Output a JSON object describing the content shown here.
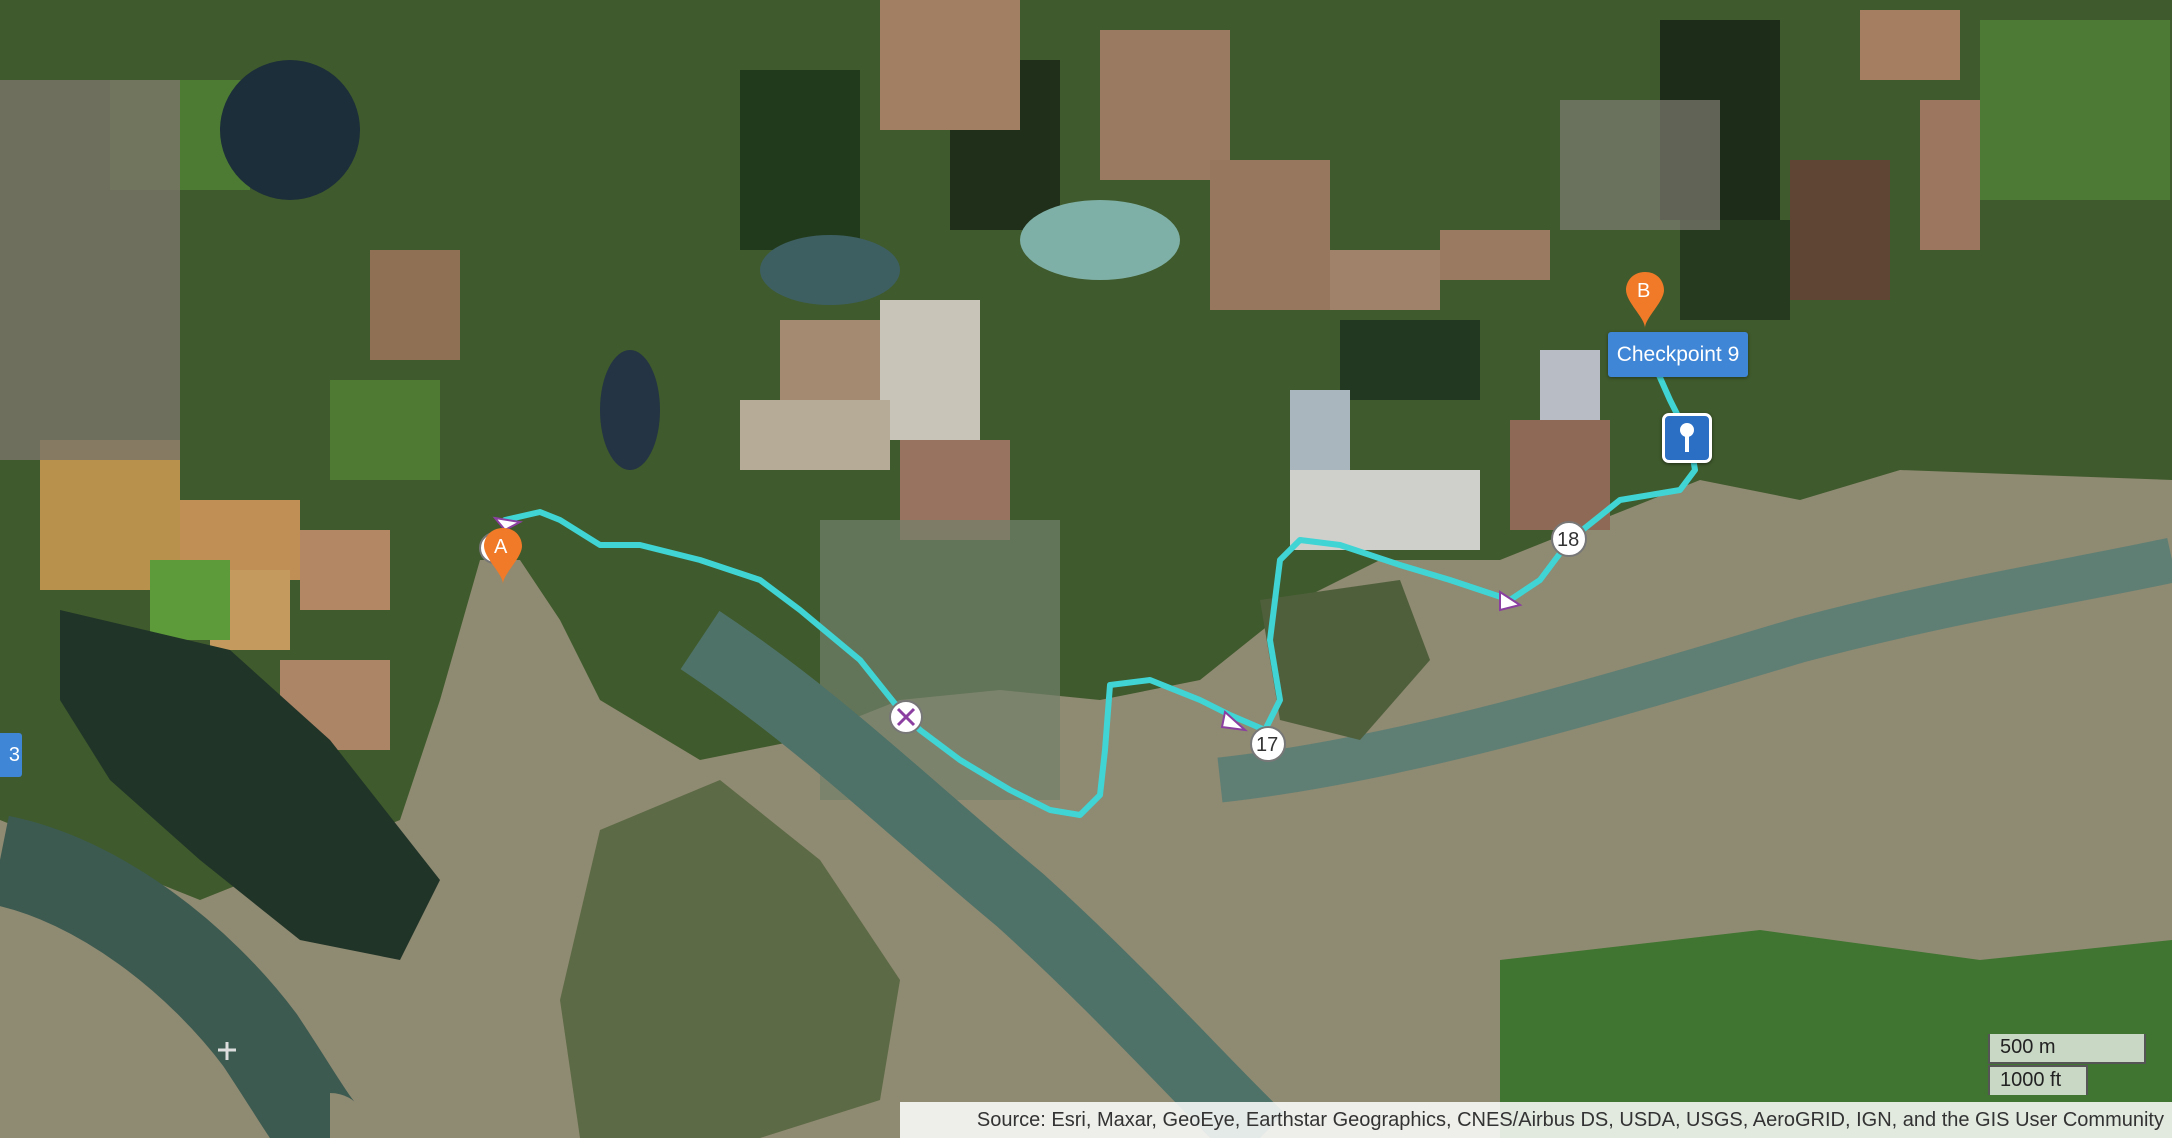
{
  "map": {
    "markers": {
      "start_letter": "A",
      "end_letter": "B",
      "waypoint_1": "1",
      "waypoint_17": "17",
      "waypoint_18": "18"
    },
    "checkpoint_label": "Checkpoint 9",
    "edge_tab_text": "3",
    "route_color": "#40d4d4",
    "start_marker_color": "#f07a28",
    "end_marker_color": "#f07a28",
    "key_marker_icon": "key-icon",
    "scale": {
      "metric": "500 m",
      "imperial": "1000 ft"
    },
    "attribution": "Source: Esri, Maxar, GeoEye, Earthstar Geographics, CNES/Airbus DS, USDA, USGS, AeroGRID, IGN, and the GIS User Community"
  }
}
